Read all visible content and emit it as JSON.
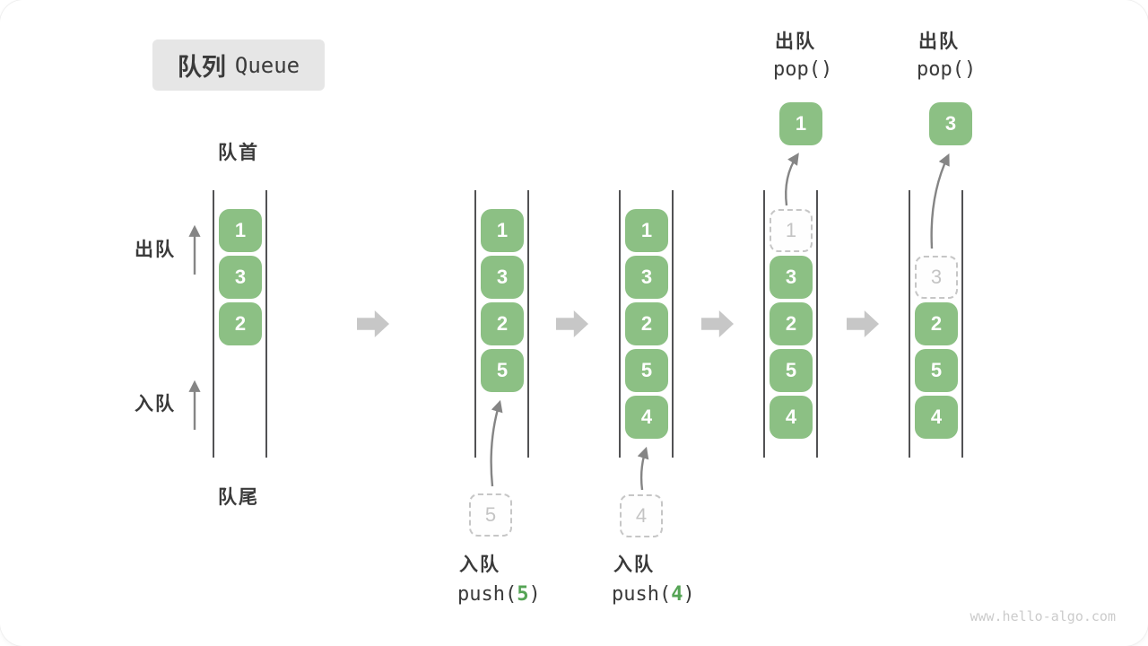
{
  "title": {
    "zh": "队列",
    "en": "Queue"
  },
  "labels": {
    "front": "队首",
    "rear": "队尾",
    "dequeue": "出队",
    "enqueue": "入队"
  },
  "queue_states": [
    {
      "cells": [
        "1",
        "3",
        "2"
      ]
    },
    {
      "cells": [
        "1",
        "3",
        "2",
        "5"
      ]
    },
    {
      "cells": [
        "1",
        "3",
        "2",
        "5",
        "4"
      ]
    },
    {
      "ghost_cell": "1",
      "cells": [
        "3",
        "2",
        "5",
        "4"
      ]
    },
    {
      "ghost_cell": "3",
      "cells": [
        "2",
        "5",
        "4"
      ]
    }
  ],
  "operations": {
    "push5": {
      "action_label": "入队",
      "code_prefix": "push(",
      "argument": "5",
      "code_suffix": ")",
      "staged_value": "5"
    },
    "push4": {
      "action_label": "入队",
      "code_prefix": "push(",
      "argument": "4",
      "code_suffix": ")",
      "staged_value": "4"
    },
    "pop1": {
      "action_label": "出队",
      "code": "pop()",
      "popped_value": "1"
    },
    "pop3": {
      "action_label": "出队",
      "code": "pop()",
      "popped_value": "3"
    }
  },
  "watermark": "www.hello-algo.com",
  "colors": {
    "cell_green": "#8cc084",
    "code_argument_green": "#55a455",
    "block_arrow_gray": "#c7c7c7",
    "ghost_gray": "#c4c4c4",
    "wall_gray": "#525254",
    "title_badge_bg": "#e6e6e6",
    "text_dark": "#3a3a3a"
  }
}
